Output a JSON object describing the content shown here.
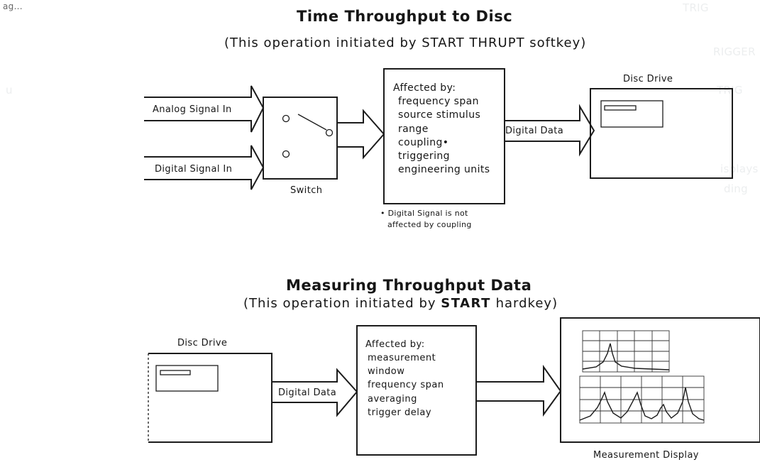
{
  "bleed_text": {
    "margin_label": "ag...",
    "right_top": "TRIG",
    "right_row2": "RIGGER",
    "right_row3": "TRIG",
    "left_row3": "u",
    "right_row4": "isplays",
    "right_row5": "ding"
  },
  "diagram1": {
    "title": "Time Throughput to Disc",
    "subtitle": "(This operation initiated by START THRUPT softkey)",
    "input_analog": "Analog Signal In",
    "input_digital": "Digital Signal In",
    "switch_label": "Switch",
    "affected_heading": "Affected by:",
    "affected_items": [
      "frequency span",
      "source stimulus",
      "range",
      "coupling•",
      "triggering",
      "engineering units"
    ],
    "output_label": "Digital Data",
    "disc_label": "Disc Drive",
    "footnote_line1": "• Digital Signal is not",
    "footnote_line2": "affected by coupling"
  },
  "diagram2": {
    "title": "Measuring Throughput Data",
    "subtitle_pre": "(This operation initiated by",
    "subtitle_key": "START",
    "subtitle_post": "hardkey)",
    "disc_label": "Disc Drive",
    "input_label": "Digital Data",
    "affected_heading": "Affected by:",
    "affected_items": [
      "measurement",
      "window",
      "frequency span",
      "averaging",
      "trigger delay"
    ],
    "display_label": "Measurement Display"
  }
}
